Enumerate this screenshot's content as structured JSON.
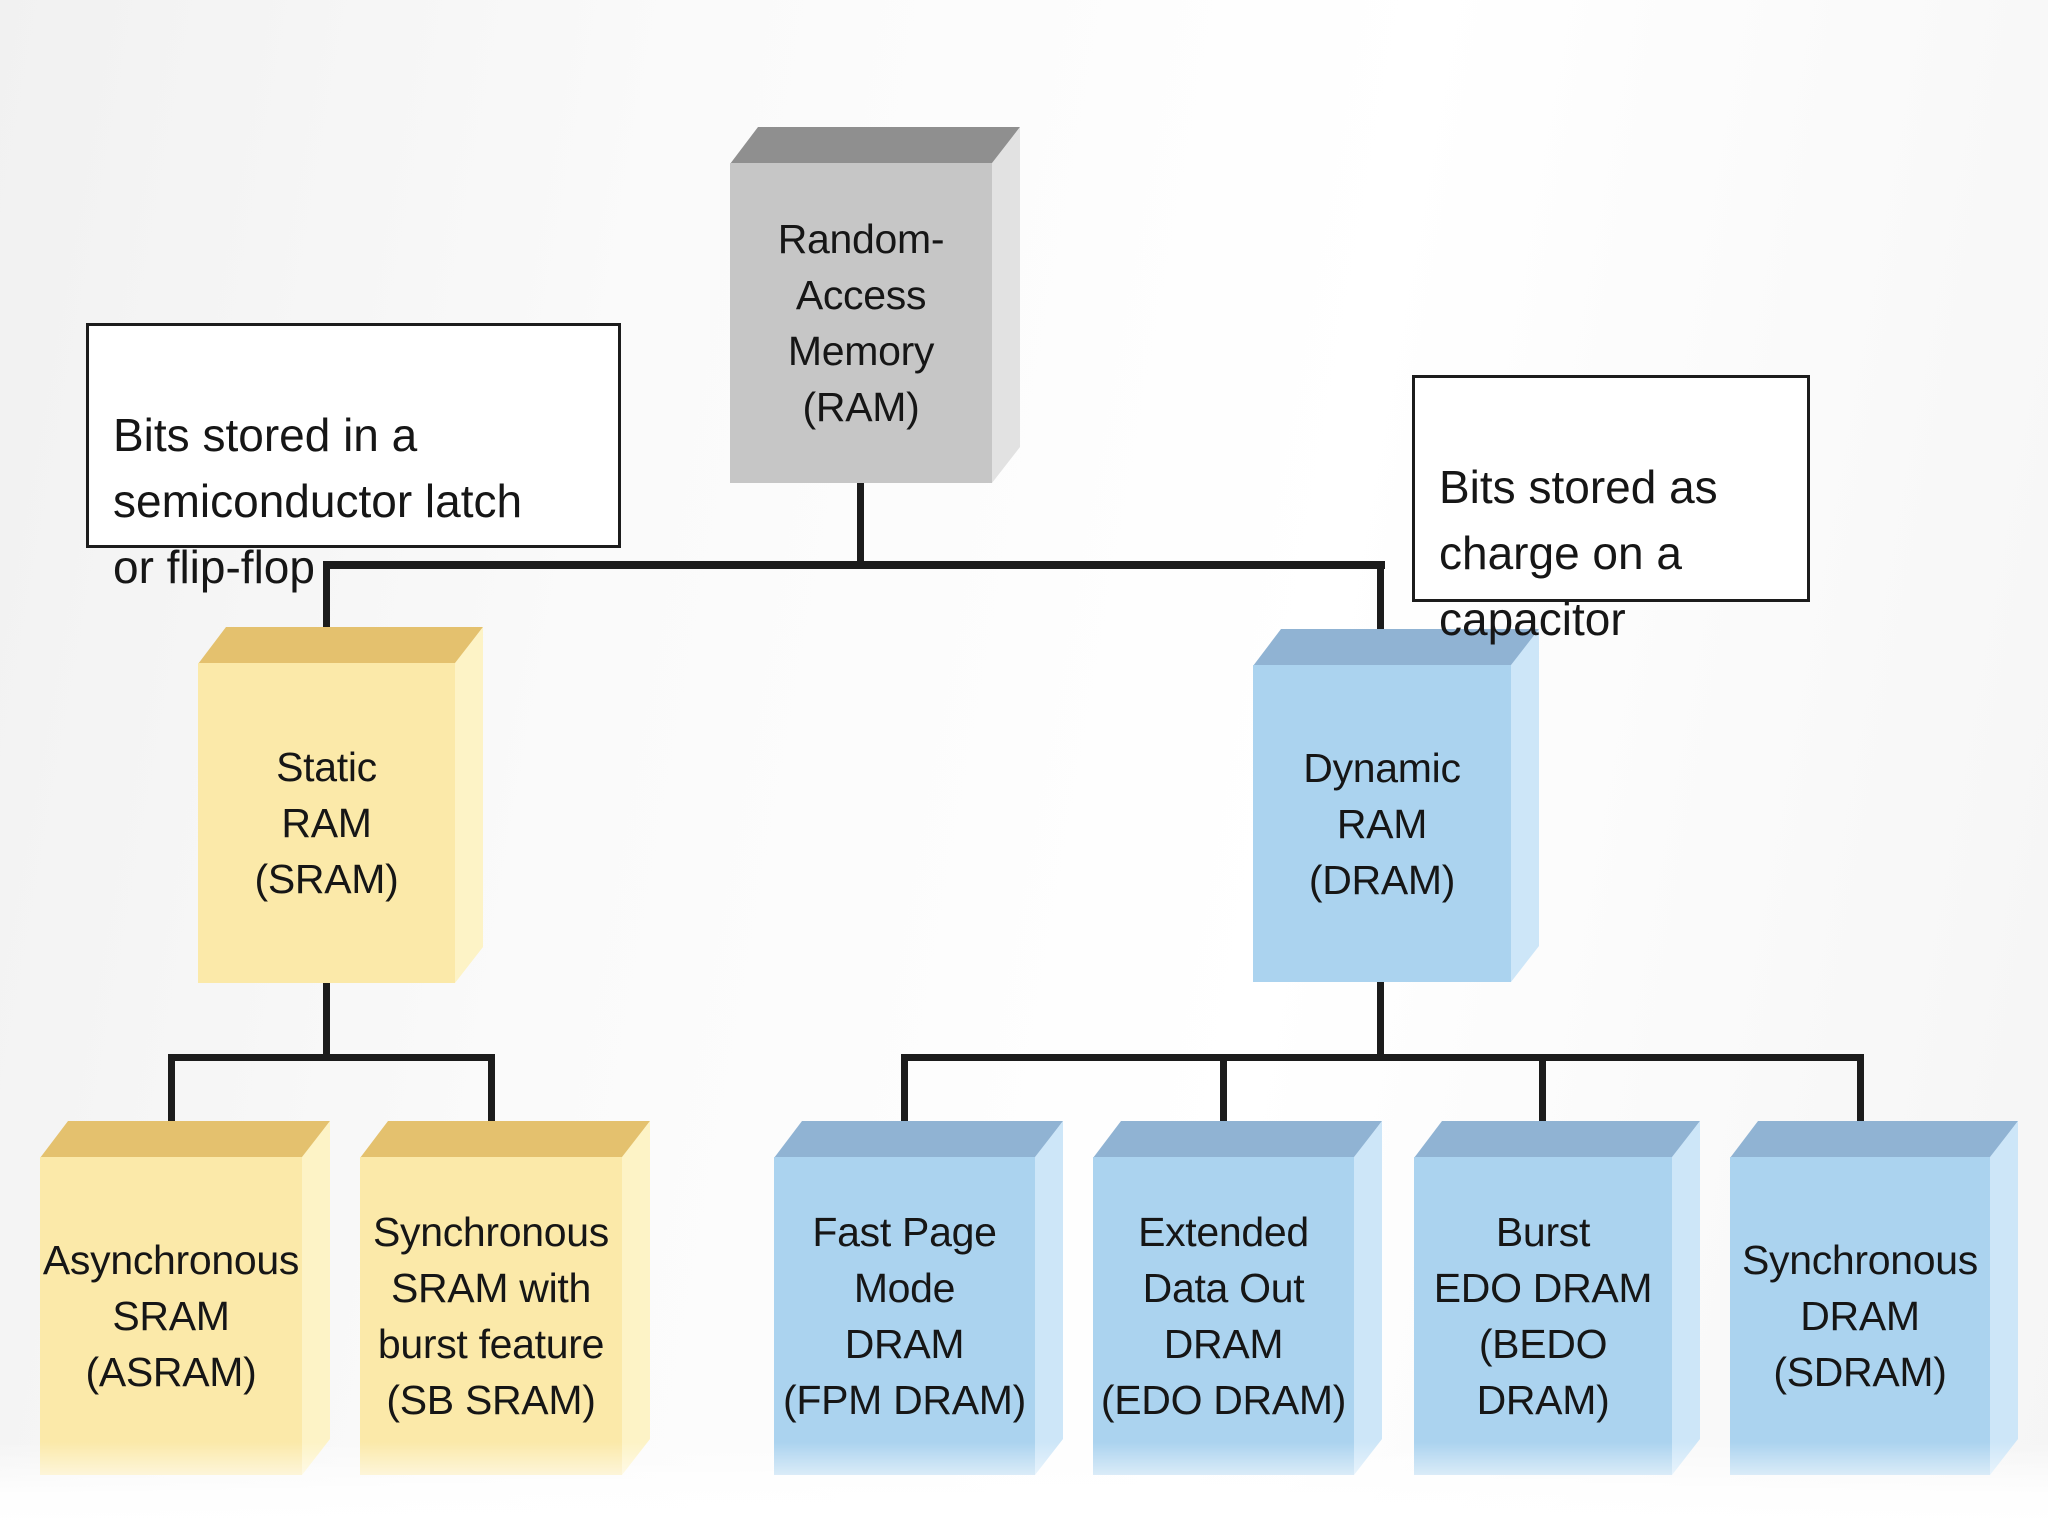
{
  "nodes": {
    "ram": {
      "label": "Random-\nAccess\nMemory\n(RAM)",
      "color": "gray"
    },
    "sram": {
      "label": "Static\nRAM\n(SRAM)",
      "color": "yellow"
    },
    "dram": {
      "label": "Dynamic\nRAM\n(DRAM)",
      "color": "blue"
    },
    "asram": {
      "label": "Asynchronous\nSRAM\n(ASRAM)",
      "color": "yellow"
    },
    "sbsram": {
      "label": "Synchronous\nSRAM with\nburst feature\n(SB SRAM)",
      "color": "yellow"
    },
    "fpm": {
      "label": "Fast Page\nMode\nDRAM\n(FPM DRAM)",
      "color": "blue"
    },
    "edo": {
      "label": "Extended\nData Out\nDRAM\n(EDO DRAM)",
      "color": "blue"
    },
    "bedo": {
      "label": "Burst\nEDO DRAM\n(BEDO\nDRAM)",
      "color": "blue"
    },
    "sdram": {
      "label": "Synchronous\nDRAM\n(SDRAM)",
      "color": "blue"
    }
  },
  "annotations": {
    "sram_note": "Bits stored in a\nsemiconductor latch\nor flip-flop",
    "dram_note": "Bits stored as\ncharge on a\ncapacitor"
  },
  "edges": [
    {
      "from": "ram",
      "to": "sram"
    },
    {
      "from": "ram",
      "to": "dram"
    },
    {
      "from": "sram",
      "to": "asram"
    },
    {
      "from": "sram",
      "to": "sbsram"
    },
    {
      "from": "dram",
      "to": "fpm"
    },
    {
      "from": "dram",
      "to": "edo"
    },
    {
      "from": "dram",
      "to": "bedo"
    },
    {
      "from": "dram",
      "to": "sdram"
    }
  ],
  "colors": {
    "ram_front": "#c6c6c6",
    "ram_top": "#8f8f8f",
    "ram_side": "#e2e2e2",
    "sram_front": "#fbe9a9",
    "sram_top": "#e4c16e",
    "sram_side": "#fdf3c6",
    "dram_front": "#abd3ef",
    "dram_top": "#90b3d3",
    "dram_side": "#cde6f8",
    "line": "#1c1c1c"
  }
}
